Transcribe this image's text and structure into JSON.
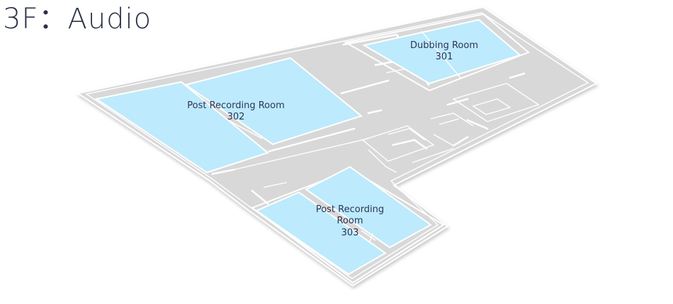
{
  "page": {
    "title": "3F：Audio"
  },
  "colors": {
    "floor": "#d8d8d8",
    "floor_edge": "#c9c9c9",
    "room_fill": "#bdeafc",
    "wall": "#ffffff",
    "label": "#2c3558"
  },
  "rooms": {
    "dubbing_301": {
      "name": "Dubbing Room",
      "number": "301"
    },
    "post_recording_302": {
      "name": "Post Recording Room",
      "number": "302"
    },
    "post_recording_303": {
      "name_line1": "Post Recording",
      "name_line2": "Room",
      "number": "303"
    }
  }
}
